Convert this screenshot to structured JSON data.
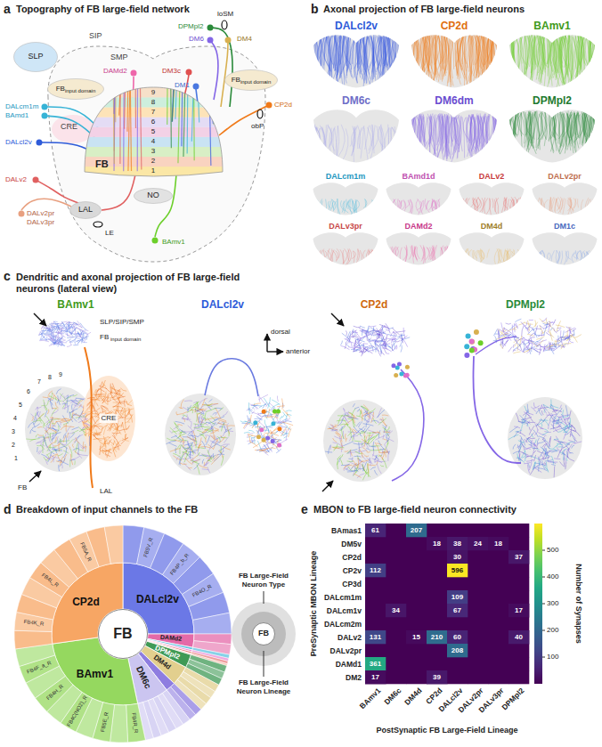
{
  "diagram": {
    "nodes": [
      {
        "text": [
          "SLP"
        ]
      },
      {
        "text": [
          "FB",
          "input domain"
        ]
      },
      {
        "text": [
          "FB",
          "input domain"
        ]
      },
      {
        "text": [
          "FB"
        ]
      },
      {
        "text": [
          "NO"
        ]
      },
      {
        "text": [
          "LAL"
        ]
      },
      {
        "text": [
          "DALcl2v"
        ]
      },
      {
        "text": [
          "CP2d"
        ]
      },
      {
        "text": [
          "BAmv1"
        ]
      },
      {
        "text": [
          "DM6c"
        ]
      },
      {
        "text": [
          "DM6dm"
        ]
      },
      {
        "text": [
          "DPMpl2"
        ]
      },
      {
        "text": [
          "DALcm1m"
        ]
      },
      {
        "text": [
          "BAmd1d"
        ]
      },
      {
        "text": [
          "DALv2"
        ]
      },
      {
        "text": [
          "DALv2pr"
        ]
      },
      {
        "text": [
          "DALv3pr"
        ]
      },
      {
        "text": [
          "DAMd2"
        ]
      },
      {
        "text": [
          "DM4d"
        ]
      },
      {
        "text": [
          "DM1c"
        ]
      },
      {
        "text": [
          "FB"
        ]
      },
      {
        "text": [
          "FB"
        ]
      }
    ],
    "labels": [
      "a",
      "Topography of FB large-field network",
      "SIP",
      "SMP",
      "CRE",
      "DALcm1m",
      "BAmd1",
      "DALcl2v",
      "DALv2",
      "DALv2pr",
      "DALv3pr",
      "LE",
      "BAmv1",
      "DAMd2",
      "DM3c",
      "DM1",
      "DPMpl2",
      "DM6",
      "DM4",
      "loSM",
      "CP2d",
      "obP",
      "9",
      "8",
      "7",
      "6",
      "5",
      "4",
      "3",
      "2",
      "1",
      "b",
      "Axonal projection of FB large-field neurons",
      "c",
      "Dendritic and axonal projection of FB large-field neurons (lateral view)",
      "BAmv1",
      "DALcl2v",
      "CP2d",
      "DPMpl2",
      "SLP/SIP/SMP",
      "FB",
      "input domain",
      "CRE",
      "FB",
      "LAL",
      "1",
      "2",
      "3",
      "4",
      "5",
      "6",
      "7",
      "8",
      "9",
      "dorsal",
      "anterior",
      "d",
      "Breakdown of input channels to the FB",
      "DALcl2v",
      "CP2d",
      "BAmv1",
      "DM6c",
      "DM4d",
      "DPMpl2",
      "DAMd2",
      "FB5V_R",
      "FB4P_b_R",
      "FB4O_R",
      "FB4K_R",
      "FB4L_R",
      "FB5A_R",
      "FB4F_a_R",
      "FB4H_R",
      "FB4C(NO2)_R",
      "FB5E_R",
      "FB4R_R",
      "FB Large-Field Neuron Type",
      "FB Large-Field Neuron Lineage",
      "e",
      "MBON to FB large-field neuron connectivity",
      "BAmas1",
      "DM5v",
      "CP2d",
      "CP2v",
      "CP3d",
      "DALcm1m",
      "DALcm1v",
      "DALcm2m",
      "DALv2",
      "DALv2pr",
      "DAMd1",
      "DM2",
      "BAmv1",
      "DM6c",
      "DM4d",
      "CP2d",
      "DALcl2v",
      "DALv2pr",
      "DALv3pr",
      "DPMpl2",
      "61",
      "207",
      "18",
      "38",
      "24",
      "18",
      "30",
      "37",
      "112",
      "596",
      "109",
      "34",
      "67",
      "17",
      "131",
      "15",
      "210",
      "60",
      "40",
      "208",
      "361",
      "17",
      "39",
      "100",
      "200",
      "300",
      "400",
      "500",
      "Number of Synapses",
      "PreSynaptic MBON Lineage",
      "PostSynaptic FB Large-Field Lineage"
    ]
  }
}
